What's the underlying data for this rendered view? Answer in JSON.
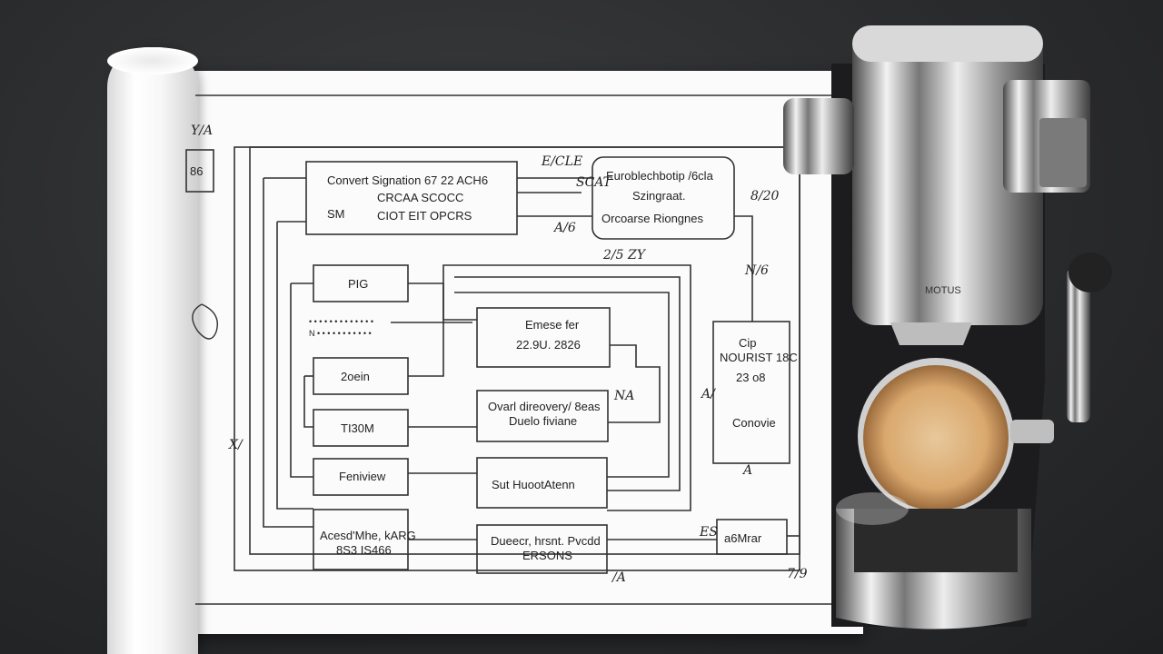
{
  "diagram": {
    "boxes": {
      "top_left": [
        "Convert  Signation 67  22 ACH6",
        "CRCAA  SCOCC",
        "CIOT  EIT  OPCRS"
      ],
      "top_left_side": "SM",
      "top_right": [
        "Euroblechbotip /6cla",
        "Szingraat.",
        "Orcoarse  Riongnes"
      ],
      "b1": "PIG",
      "b2": "2oein",
      "b3": "TI30M",
      "b4": "Feniview",
      "b5": [
        "Acesd'Mhe, kARG",
        "8S3  IS466"
      ],
      "mid1": [
        "Emese  fer",
        "22.9U.  2826"
      ],
      "mid2": [
        "Ovarl direovery/ 8eas",
        "Duelo  fiviane"
      ],
      "mid3": "Sut  HuootAtenn",
      "mid4": [
        "Dueecr, hrsnt.  Pvcdd",
        "ERSONS"
      ],
      "right_tall": [
        "Cip",
        "NOURIST 18C",
        "23 o8",
        "Conovie"
      ],
      "right_small": "a6Mrar",
      "left_small": "86"
    },
    "small_texts": [
      "• • • •  • • • • •  • •  • •",
      "N  •  •  •  •  • •  • •  •  •  •"
    ],
    "handwritten": [
      "E/CLE",
      "SCAT",
      "A/6",
      "8/20",
      "N/6",
      "2/5  ZY",
      "A/",
      "NA",
      "X/",
      "A",
      "ES",
      "7/9",
      "/A",
      "Y/A"
    ],
    "machine_brand": "MOTUS"
  }
}
